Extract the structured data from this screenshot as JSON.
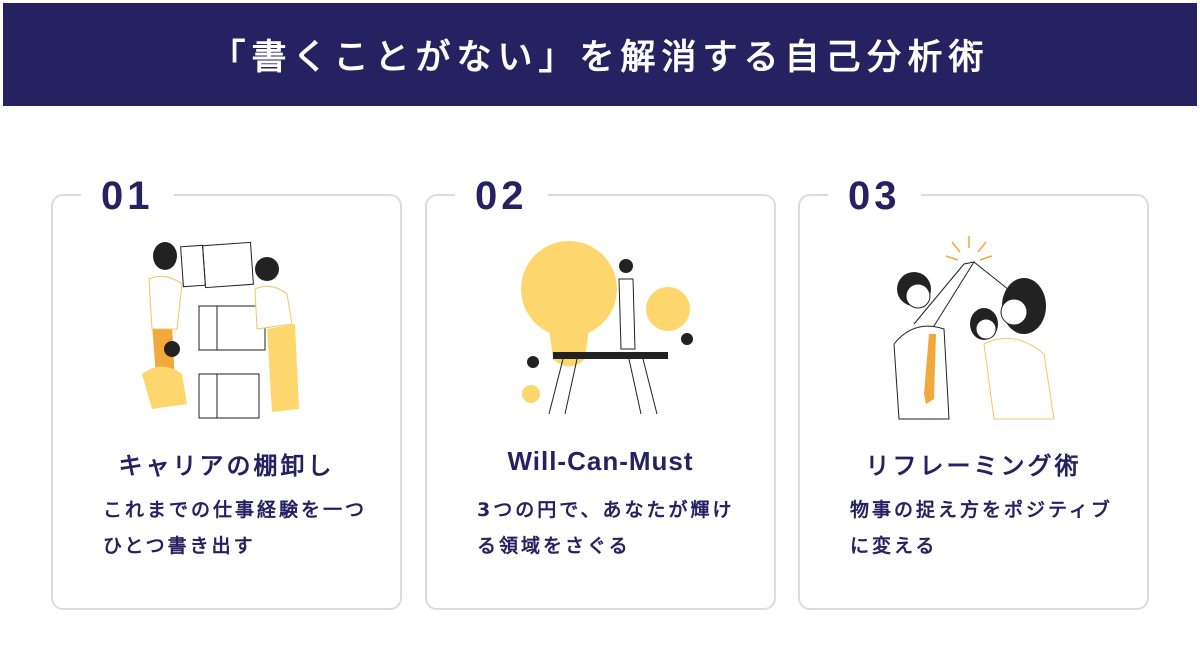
{
  "header": {
    "title": "「書くことがない」を解消する自己分析術",
    "bg_color": "#262262"
  },
  "cards": [
    {
      "number": "01",
      "title": "キャリアの棚卸し",
      "description": "これまでの仕事経験を一つひとつ書き出す",
      "illustration": "people-stacking-blocks-illustration"
    },
    {
      "number": "02",
      "title": "Will-Can-Must",
      "description": "3つの円で、あなたが輝ける領域をさぐる",
      "illustration": "people-with-lightbulbs-illustration"
    },
    {
      "number": "03",
      "title": "リフレーミング術",
      "description": "物事の捉え方をポジティブに変える",
      "illustration": "people-high-five-illustration"
    }
  ],
  "colors": {
    "navy": "#262262",
    "yellow": "#fdd76e",
    "orange": "#f2a93b",
    "border": "#dcdcdc"
  }
}
